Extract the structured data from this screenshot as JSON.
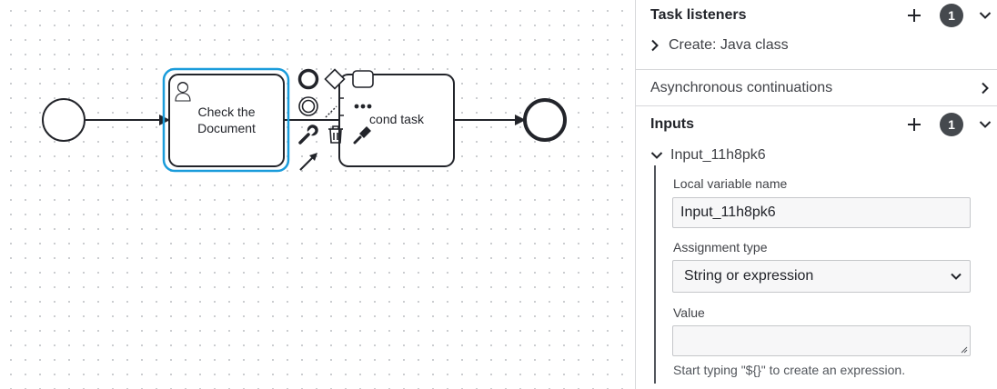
{
  "diagram": {
    "tasks": [
      {
        "label_lines": [
          "Check the",
          "Document"
        ],
        "type": "user-task",
        "selected": true
      },
      {
        "label_lines": [
          "cond task"
        ],
        "type": "task",
        "selected": false
      }
    ],
    "context_pad": [
      "end-event-icon",
      "gateway-icon",
      "task-icon",
      "intermediate-event-icon",
      "text-annotation-icon",
      "more-icon",
      "wrench-icon",
      "trash-icon",
      "color-picker-icon",
      "connect-arrow-icon"
    ]
  },
  "panel": {
    "task_listeners": {
      "title": "Task listeners",
      "count": "1",
      "items": [
        {
          "label": "Create: Java class"
        }
      ]
    },
    "async": {
      "title": "Asynchronous continuations"
    },
    "inputs": {
      "title": "Inputs",
      "count": "1",
      "item": {
        "label": "Input_11h8pk6",
        "local_variable_label": "Local variable name",
        "local_variable_value": "Input_11h8pk6",
        "assignment_type_label": "Assignment type",
        "assignment_type_value": "String or expression",
        "value_label": "Value",
        "value": "",
        "hint": "Start typing \"${}\" to create an expression."
      }
    }
  },
  "colors": {
    "selection": "#1a9cdb",
    "stroke": "#22242a",
    "badge": "#45494e",
    "entries_bar": "#52565c"
  }
}
